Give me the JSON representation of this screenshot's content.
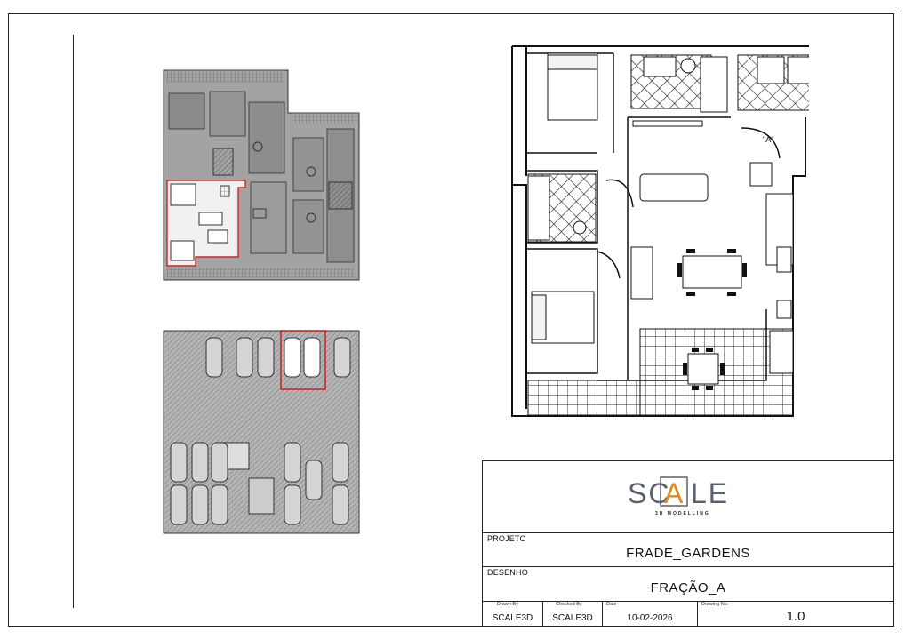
{
  "logo": {
    "text_left": "SC",
    "text_mid": "A",
    "text_right": "LE",
    "tagline": "3D MODELLING",
    "accent": "#E08A1E",
    "ink": "#5A6170"
  },
  "title_block": {
    "projeto_label": "PROJETO",
    "projeto_value": "FRADE_GARDENS",
    "desenho_label": "DESENHO",
    "desenho_value": "FRAÇÃO_A",
    "drawn_by_label": "Drawn By",
    "drawn_by_value": "SCALE3D",
    "checked_by_label": "Checked By",
    "checked_by_value": "SCALE3D",
    "date_label": "Date",
    "date_value": "10-02-2026",
    "drawing_no_label": "Drawing No.",
    "drawing_no_value": "1.0"
  },
  "plan": {
    "door_tag": "\"A\""
  },
  "colors": {
    "highlight": "#D02525",
    "fill_grey": "#9a9a9a",
    "line": "#222222"
  }
}
